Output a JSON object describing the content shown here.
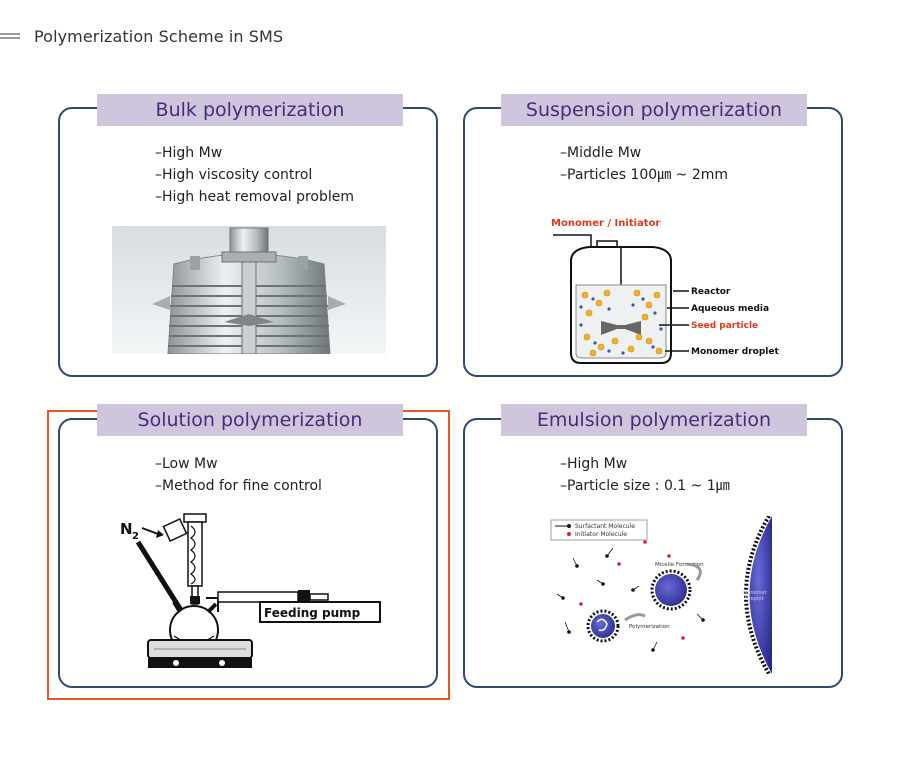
{
  "page": {
    "title": "Polymerization Scheme in SMS"
  },
  "cards": [
    {
      "title": "Bulk polymerization",
      "bullets": [
        "High Mw",
        "High viscosity control",
        "High heat removal problem"
      ]
    },
    {
      "title": "Suspension polymerization",
      "bullets": [
        "Middle Mw",
        "Particles 100㎛ ~ 2mm"
      ]
    },
    {
      "title": "Solution polymerization",
      "bullets": [
        "Low Mw",
        "Method for fine control"
      ]
    },
    {
      "title": "Emulsion polymerization",
      "bullets": [
        "High Mw",
        "Particle size : 0.1 ~ 1㎛"
      ]
    }
  ],
  "suspension_figure": {
    "labels": {
      "monomer_initiator": "Monomer / Initiator",
      "reactor": "Reactor",
      "aqueous_media": "Aqueous media",
      "seed_particle": "Seed particle",
      "monomer_droplet": "Monomer droplet"
    }
  },
  "solution_figure": {
    "labels": {
      "n2": "N",
      "n2_sub": "2",
      "feeding_pump": "Feeding pump"
    }
  },
  "emulsion_figure": {
    "labels": {
      "surfactant": "Surfactant Molecule",
      "initiator": "Initiator Molecule",
      "micelle_formation": "Micelle Formation",
      "polymerization": "Polymerization",
      "monomer": "Monomer",
      "droplet": "Droplet"
    }
  },
  "colors": {
    "card_border": "#2f4a6e",
    "title_bg": "#cfc5dc",
    "title_text": "#4a2b7a",
    "highlight": "#e25b24",
    "seed_red": "#e03a1e",
    "particle_yellow": "#f2b32a",
    "micelle_blue": "#3a3aa8"
  }
}
